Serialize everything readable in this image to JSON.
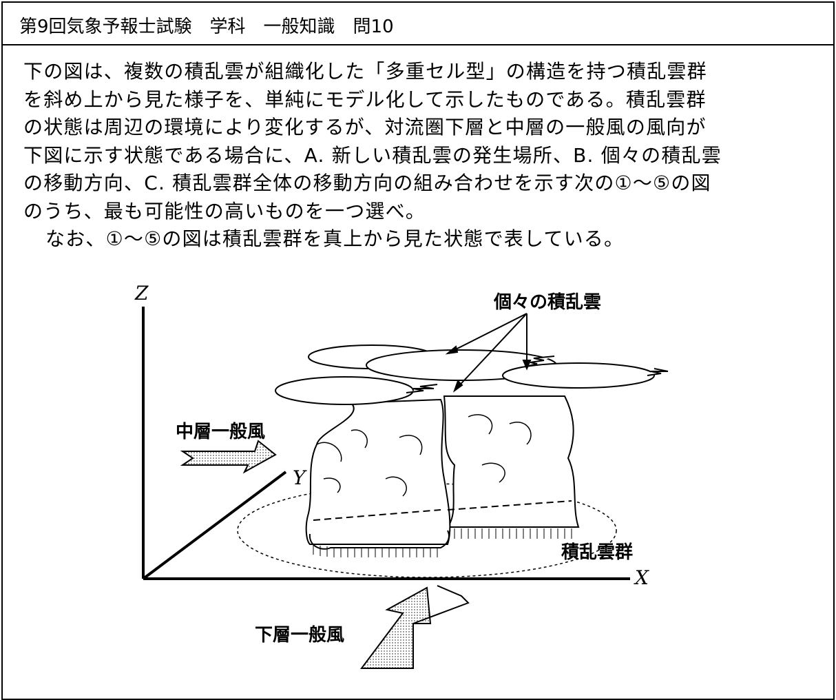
{
  "header": {
    "title": "第9回気象予報士試験　学科　一般知識　問10"
  },
  "question": {
    "lines": [
      "下の図は、複数の積乱雲が組織化した「多重セル型」の構造を持つ積乱雲群",
      "を斜め上から見た様子を、単純にモデル化して示したものである。積乱雲群",
      "の状態は周辺の環境により変化するが、対流圏下層と中層の一般風の風向が",
      "下図に示す状態である場合に、A. 新しい積乱雲の発生場所、B. 個々の積乱雲",
      "の移動方向、C. 積乱雲群全体の移動方向の組み合わせを示す次の①～⑤の図",
      "のうち、最も可能性の高いものを一つ選べ。",
      "なお、①～⑤の図は積乱雲群を真上から見た状態で表している。"
    ]
  },
  "figure": {
    "axis_z": "Z",
    "axis_y": "Y",
    "axis_x": "X",
    "label_individual": "個々の積乱雲",
    "label_mid_wind": "中層一般風",
    "label_low_wind": "下層一般風",
    "label_cluster": "積乱雲群"
  }
}
